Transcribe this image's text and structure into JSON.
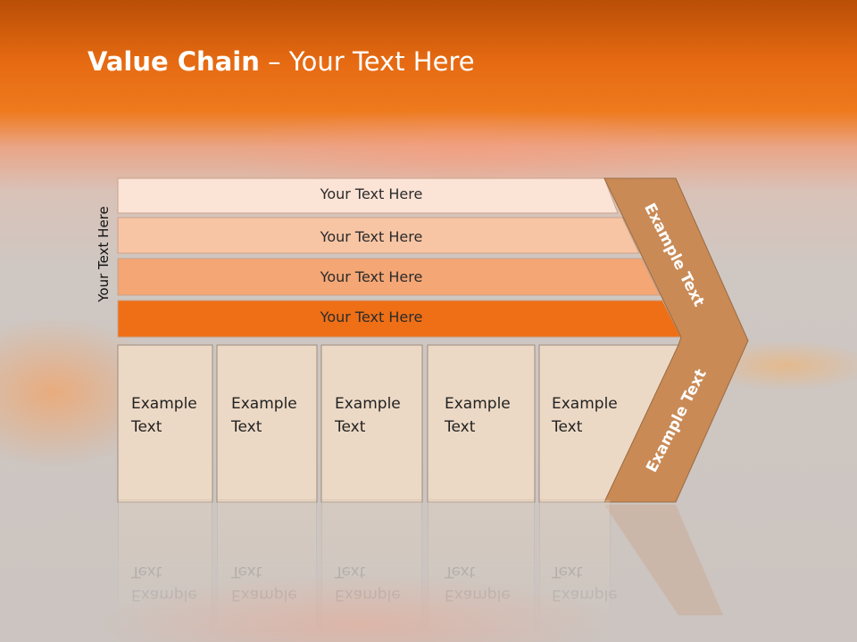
{
  "title": {
    "bold": "Value Chain",
    "rest": " – Your Text Here"
  },
  "side_label": "Your Text Here",
  "rows": [
    {
      "text": "Your Text Here",
      "color": "#fbe3d6"
    },
    {
      "text": "Your Text Here",
      "color": "#f8c5a4"
    },
    {
      "text": "Your Text Here",
      "color": "#f4a674"
    },
    {
      "text": "Your Text Here",
      "color": "#ee6f16"
    }
  ],
  "boxes": [
    {
      "line1": "Example",
      "line2": "Text"
    },
    {
      "line1": "Example",
      "line2": "Text"
    },
    {
      "line1": "Example",
      "line2": "Text"
    },
    {
      "line1": "Example",
      "line2": "Text"
    },
    {
      "line1": "Example",
      "line2": "Text"
    }
  ],
  "chevron": {
    "top_text": "Example Text",
    "bottom_text": "Example Text",
    "color": "#c98a56"
  },
  "box_color": "#ecd9c5"
}
